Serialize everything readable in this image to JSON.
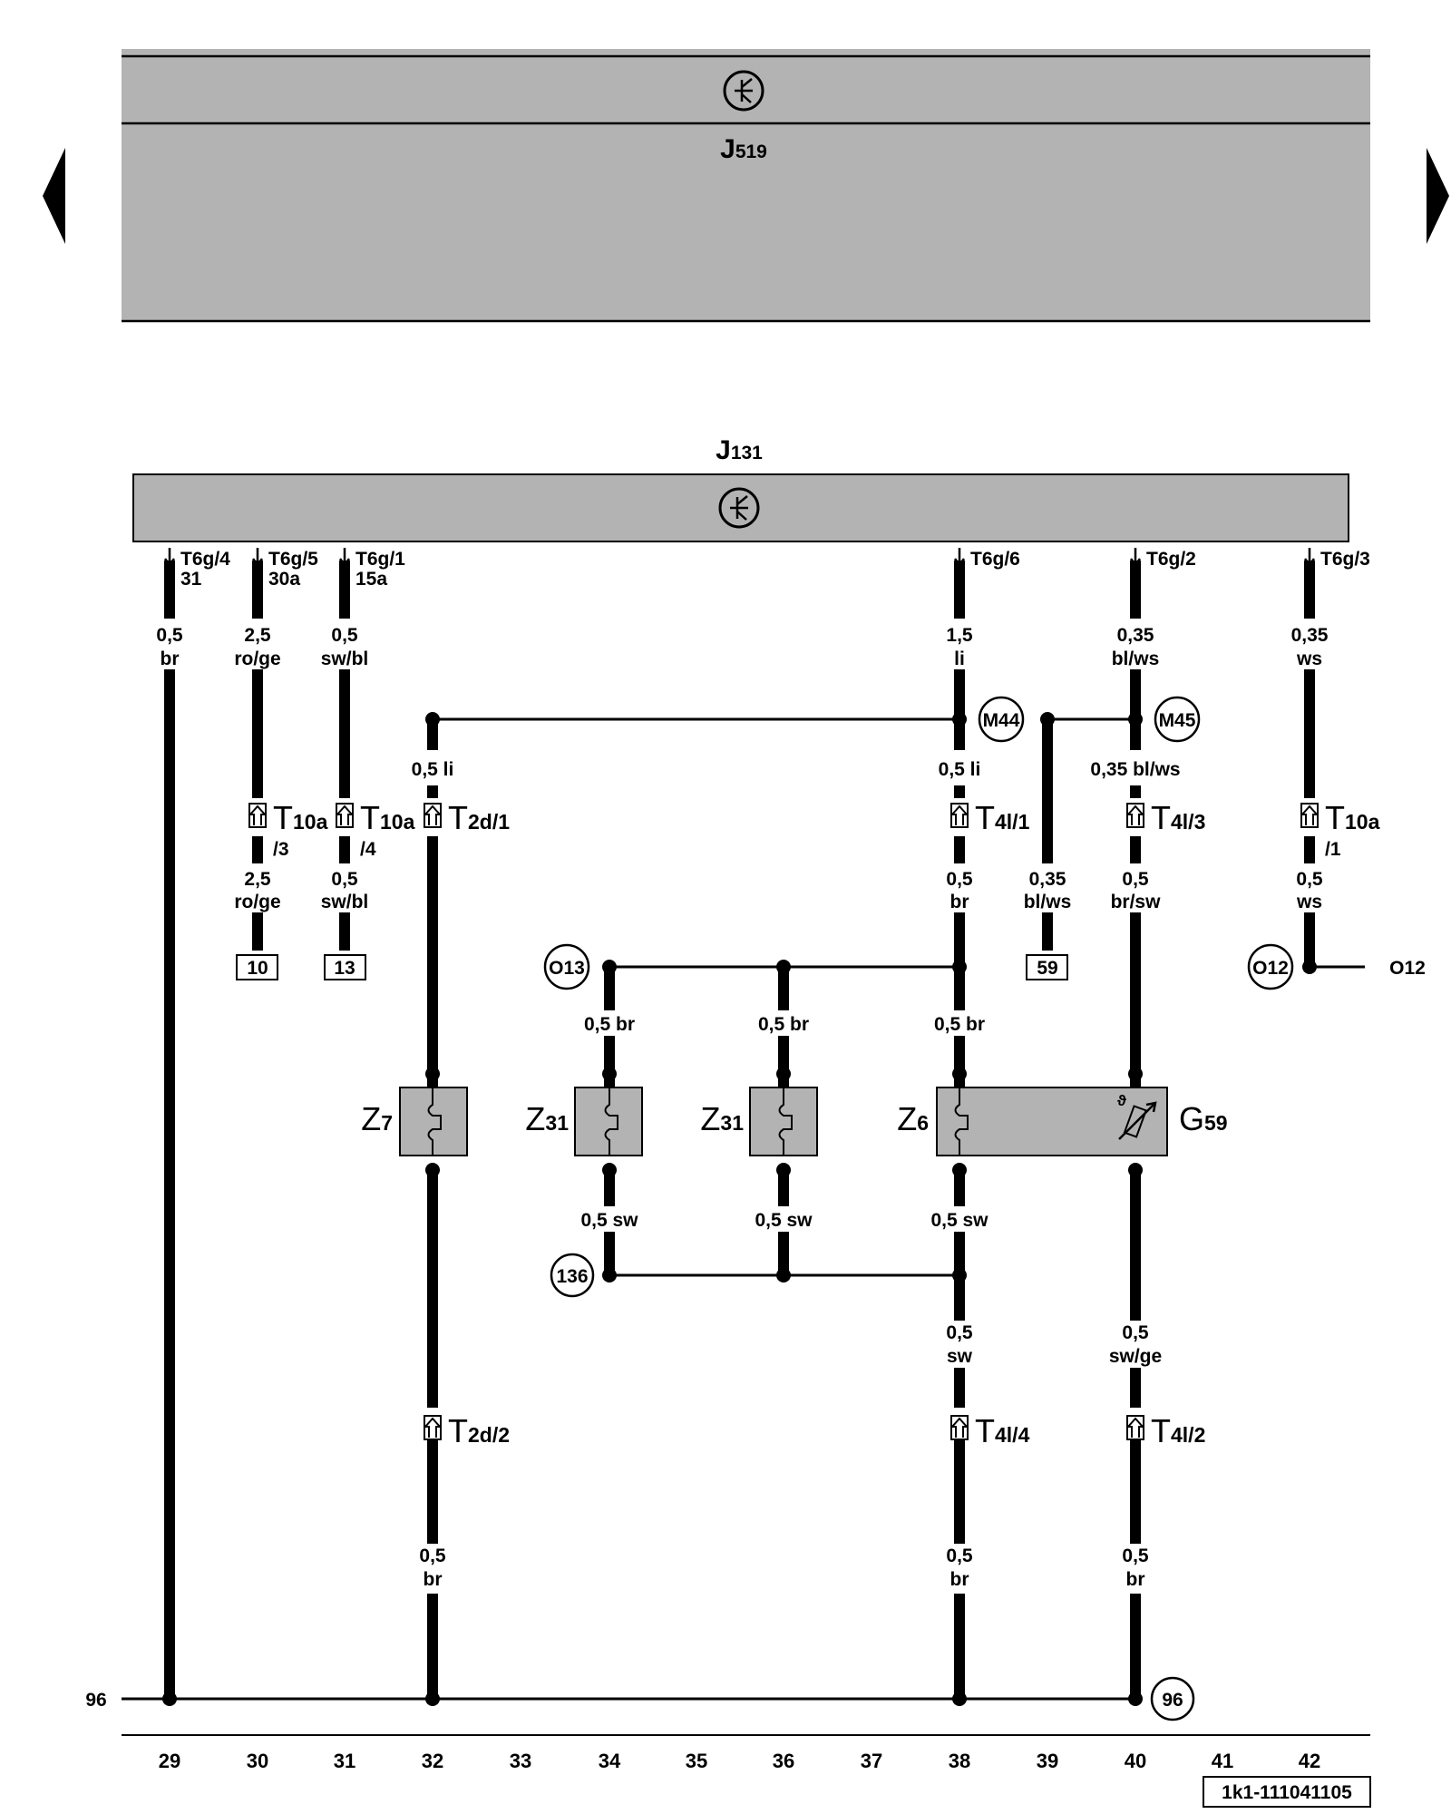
{
  "nav": {
    "prev_arrow": "left-arrow-icon",
    "next_arrow": "right-arrow-icon"
  },
  "modules": {
    "j519": {
      "name": "J",
      "sub": "519",
      "icon": "transistor-icon"
    },
    "j131": {
      "name": "J",
      "sub": "131",
      "icon": "transistor-icon"
    }
  },
  "pins": {
    "t6g4": "T6g/4",
    "t6g4_func": "31",
    "t6g5": "T6g/5",
    "t6g5_func": "30a",
    "t6g1": "T6g/1",
    "t6g1_func": "15a",
    "t6g6": "T6g/6",
    "t6g2": "T6g/2",
    "t6g3": "T6g/3"
  },
  "wires": {
    "w29": {
      "size": "0,5",
      "color": "br"
    },
    "w30a": {
      "size": "2,5",
      "color": "ro/ge"
    },
    "w31a": {
      "size": "0,5",
      "color": "sw/bl"
    },
    "w38a": {
      "size": "1,5",
      "color": "li"
    },
    "w40a": {
      "size": "0,35",
      "color": "bl/ws"
    },
    "w42a": {
      "size": "0,35",
      "color": "ws"
    },
    "w32a": "0,5 li",
    "w38b": "0,5 li",
    "w40b": "0,35 bl/ws",
    "w30b": {
      "size": "2,5",
      "color": "ro/ge"
    },
    "w31b": {
      "size": "0,5",
      "color": "sw/bl"
    },
    "w38c": {
      "size": "0,5",
      "color": "br"
    },
    "w39": {
      "size": "0,35",
      "color": "bl/ws"
    },
    "w40c": {
      "size": "0,5",
      "color": "br/sw"
    },
    "w42b": {
      "size": "0,5",
      "color": "ws"
    },
    "w34a": "0,5 br",
    "w36a": "0,5 br",
    "w38d": "0,5 br",
    "w34b": "0,5 sw",
    "w36b": "0,5 sw",
    "w38e": "0,5 sw",
    "w38f": {
      "size": "0,5",
      "color": "sw"
    },
    "w40d": {
      "size": "0,5",
      "color": "sw/ge"
    },
    "w32b": {
      "size": "0,5",
      "color": "br"
    },
    "w38g": {
      "size": "0,5",
      "color": "br"
    },
    "w40e": {
      "size": "0,5",
      "color": "br"
    }
  },
  "connectors": {
    "t10a3": {
      "name": "T",
      "sub": "10a",
      "pin": "/3"
    },
    "t10a4": {
      "name": "T",
      "sub": "10a",
      "pin": "/4"
    },
    "t2d1": {
      "name": "T",
      "sub": "2d/1"
    },
    "t4l1": {
      "name": "T",
      "sub": "4l/1"
    },
    "t4l3": {
      "name": "T",
      "sub": "4l/3"
    },
    "t10a1": {
      "name": "T",
      "sub": "10a",
      "pin": "/1"
    },
    "t2d2": {
      "name": "T",
      "sub": "2d/2"
    },
    "t4l4": {
      "name": "T",
      "sub": "4l/4"
    },
    "t4l2": {
      "name": "T",
      "sub": "4l/2"
    }
  },
  "refs": {
    "r10": "10",
    "r13": "13",
    "r59": "59"
  },
  "splices": {
    "m44": "M44",
    "m45": "M45",
    "o13": "O13",
    "o12": "O12",
    "o12_text": "O12",
    "s136": "136",
    "s96": "96",
    "ground_96_left": "96"
  },
  "components": {
    "z7": {
      "name": "Z",
      "sub": "7"
    },
    "z31a": {
      "name": "Z",
      "sub": "31"
    },
    "z31b": {
      "name": "Z",
      "sub": "31"
    },
    "z6": {
      "name": "Z",
      "sub": "6"
    },
    "g59": {
      "name": "G",
      "sub": "59"
    }
  },
  "columns": [
    "29",
    "30",
    "31",
    "32",
    "33",
    "34",
    "35",
    "36",
    "37",
    "38",
    "39",
    "40",
    "41",
    "42"
  ],
  "footer_code": "1k1-111041105"
}
